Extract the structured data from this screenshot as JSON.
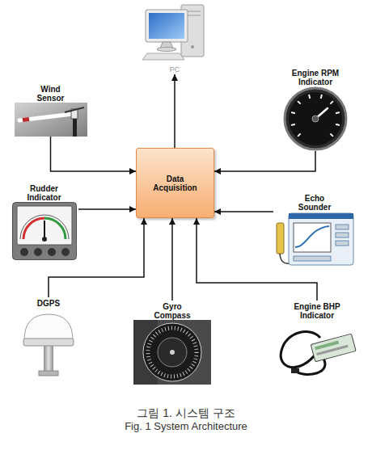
{
  "diagram": {
    "caption": "그림 1. 시스템 구조",
    "nodes": [
      {
        "text": [
          "PC"
        ]
      },
      {
        "text": [
          "Wind Sensor"
        ]
      },
      {
        "text": [
          "Engine RPM Indicator"
        ]
      },
      {
        "text": [
          "Data Acquisition"
        ]
      },
      {
        "text": [
          "Rudder Indicator"
        ]
      },
      {
        "text": [
          "Echo Sounder"
        ]
      },
      {
        "text": [
          "DGPS"
        ]
      },
      {
        "text": [
          "Gyro Compass"
        ]
      },
      {
        "text": [
          "Engine BHP Indicator"
        ]
      }
    ],
    "edges": [
      {
        "from": 1,
        "to": 3,
        "arrow": "to"
      },
      {
        "from": 2,
        "to": 3,
        "arrow": "to"
      },
      {
        "from": 4,
        "to": 3,
        "arrow": "to"
      },
      {
        "from": 5,
        "to": 3,
        "arrow": "to"
      },
      {
        "from": 6,
        "to": 3,
        "arrow": "to"
      },
      {
        "from": 7,
        "to": 3,
        "arrow": "to"
      },
      {
        "from": 8,
        "to": 3,
        "arrow": "to"
      },
      {
        "from": 3,
        "to": 0,
        "arrow": "to"
      }
    ],
    "labels": [
      "Fig. 1 System Architecture"
    ]
  }
}
